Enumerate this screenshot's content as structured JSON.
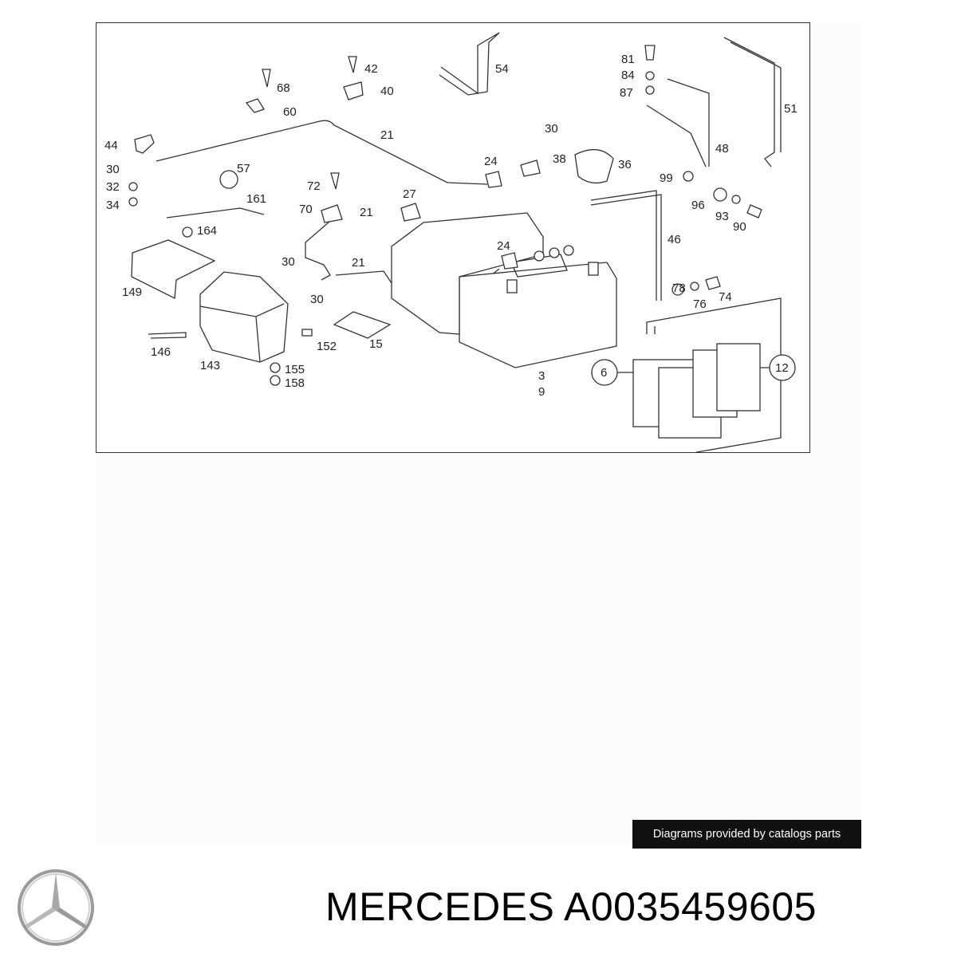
{
  "diagram": {
    "callouts": [
      {
        "label": "68"
      },
      {
        "label": "60"
      },
      {
        "label": "42"
      },
      {
        "label": "40"
      },
      {
        "label": "54"
      },
      {
        "label": "81"
      },
      {
        "label": "84"
      },
      {
        "label": "87"
      },
      {
        "label": "51"
      },
      {
        "label": "21"
      },
      {
        "label": "44"
      },
      {
        "label": "30"
      },
      {
        "label": "57"
      },
      {
        "label": "32"
      },
      {
        "label": "34"
      },
      {
        "label": "161"
      },
      {
        "label": "164"
      },
      {
        "label": "30"
      },
      {
        "label": "24"
      },
      {
        "label": "38"
      },
      {
        "label": "36"
      },
      {
        "label": "48"
      },
      {
        "label": "72"
      },
      {
        "label": "27"
      },
      {
        "label": "99"
      },
      {
        "label": "96"
      },
      {
        "label": "93"
      },
      {
        "label": "90"
      },
      {
        "label": "70"
      },
      {
        "label": "21"
      },
      {
        "label": "46"
      },
      {
        "label": "24"
      },
      {
        "label": "30"
      },
      {
        "label": "21"
      },
      {
        "label": "149"
      },
      {
        "label": "30"
      },
      {
        "label": "78"
      },
      {
        "label": "76"
      },
      {
        "label": "74"
      },
      {
        "label": "152"
      },
      {
        "label": "15"
      },
      {
        "label": "146"
      },
      {
        "label": "143"
      },
      {
        "label": "155"
      },
      {
        "label": "158"
      },
      {
        "label": "3"
      },
      {
        "label": "9"
      },
      {
        "label": "6"
      },
      {
        "label": "12"
      }
    ]
  },
  "credit": "Diagrams provided by catalogs parts",
  "footer": {
    "logo_icon": "mercedes-star-icon",
    "title": "MERCEDES A0035459605"
  }
}
